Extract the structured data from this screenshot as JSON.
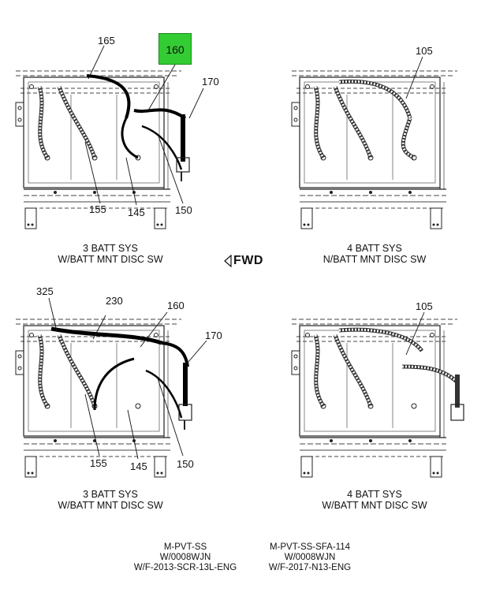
{
  "panels": {
    "top_left": {
      "callouts": [
        "165",
        "160",
        "170",
        "155",
        "145",
        "150"
      ],
      "highlighted": "160",
      "caption_line1": "3 BATT SYS",
      "caption_line2": "W/BATT MNT DISC SW"
    },
    "top_right": {
      "callouts": [
        "105"
      ],
      "caption_line1": "4 BATT SYS",
      "caption_line2": "N/BATT MNT DISC SW"
    },
    "bottom_left": {
      "callouts": [
        "325",
        "230",
        "160",
        "170",
        "155",
        "145",
        "150"
      ],
      "caption_line1": "3 BATT SYS",
      "caption_line2": "W/BATT MNT DISC SW"
    },
    "bottom_right": {
      "callouts": [
        "105"
      ],
      "caption_line1": "4 BATT SYS",
      "caption_line2": "W/BATT MNT DISC SW"
    }
  },
  "direction_label": "FWD",
  "footer": {
    "left": [
      "M-PVT-SS",
      "W/0008WJN",
      "W/F-2013-SCR-13L-ENG"
    ],
    "right": [
      "M-PVT-SS-SFA-114",
      "W/0008WJN",
      "W/F-2017-N13-ENG"
    ]
  },
  "colors": {
    "highlight": "#33cc33",
    "line": "#111111",
    "cable": "#000000"
  }
}
